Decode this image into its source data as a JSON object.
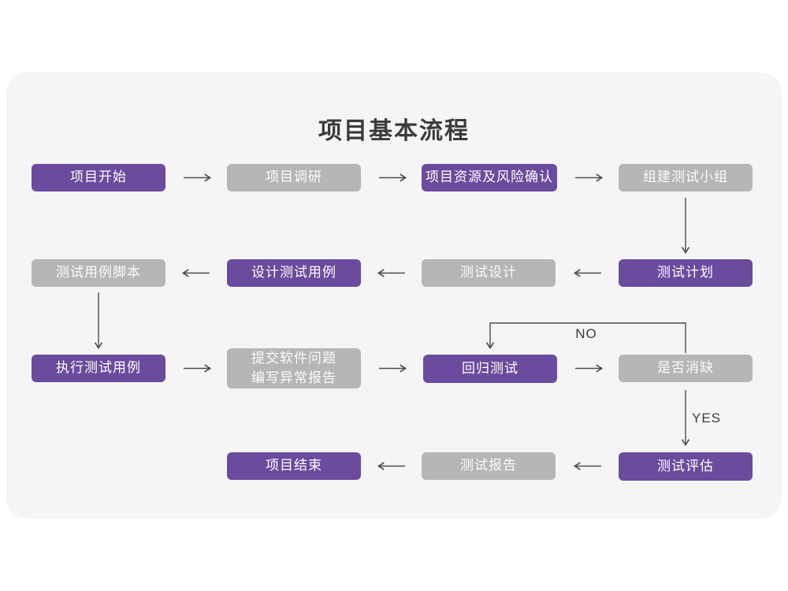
{
  "title": "项目基本流程",
  "colors": {
    "purple": "#6a4b9d",
    "gray": "#b6b6b6",
    "arrow": "#4d4d4d",
    "card_bg": "#f6f5f6"
  },
  "nodes": {
    "project_start": {
      "label": "项目开始",
      "variant": "purple"
    },
    "project_research": {
      "label": "项目调研",
      "variant": "gray"
    },
    "resource_risk": {
      "label": "项目资源及风险确认",
      "variant": "purple"
    },
    "build_team": {
      "label": "组建测试小组",
      "variant": "gray"
    },
    "case_script": {
      "label": "测试用例脚本",
      "variant": "gray"
    },
    "design_cases": {
      "label": "设计测试用例",
      "variant": "purple"
    },
    "test_design": {
      "label": "测试设计",
      "variant": "gray"
    },
    "test_plan": {
      "label": "测试计划",
      "variant": "purple"
    },
    "execute_cases": {
      "label": "执行测试用例",
      "variant": "purple"
    },
    "submit_issues": {
      "label": "提交软件问题\n编写异常报告",
      "variant": "gray"
    },
    "regression_test": {
      "label": "回归测试",
      "variant": "purple"
    },
    "defect_resolved": {
      "label": "是否消缺",
      "variant": "gray"
    },
    "project_end": {
      "label": "项目结束",
      "variant": "purple"
    },
    "test_report": {
      "label": "测试报告",
      "variant": "gray"
    },
    "test_evaluation": {
      "label": "测试评估",
      "variant": "purple"
    }
  },
  "edge_labels": {
    "no": "NO",
    "yes": "YES"
  }
}
